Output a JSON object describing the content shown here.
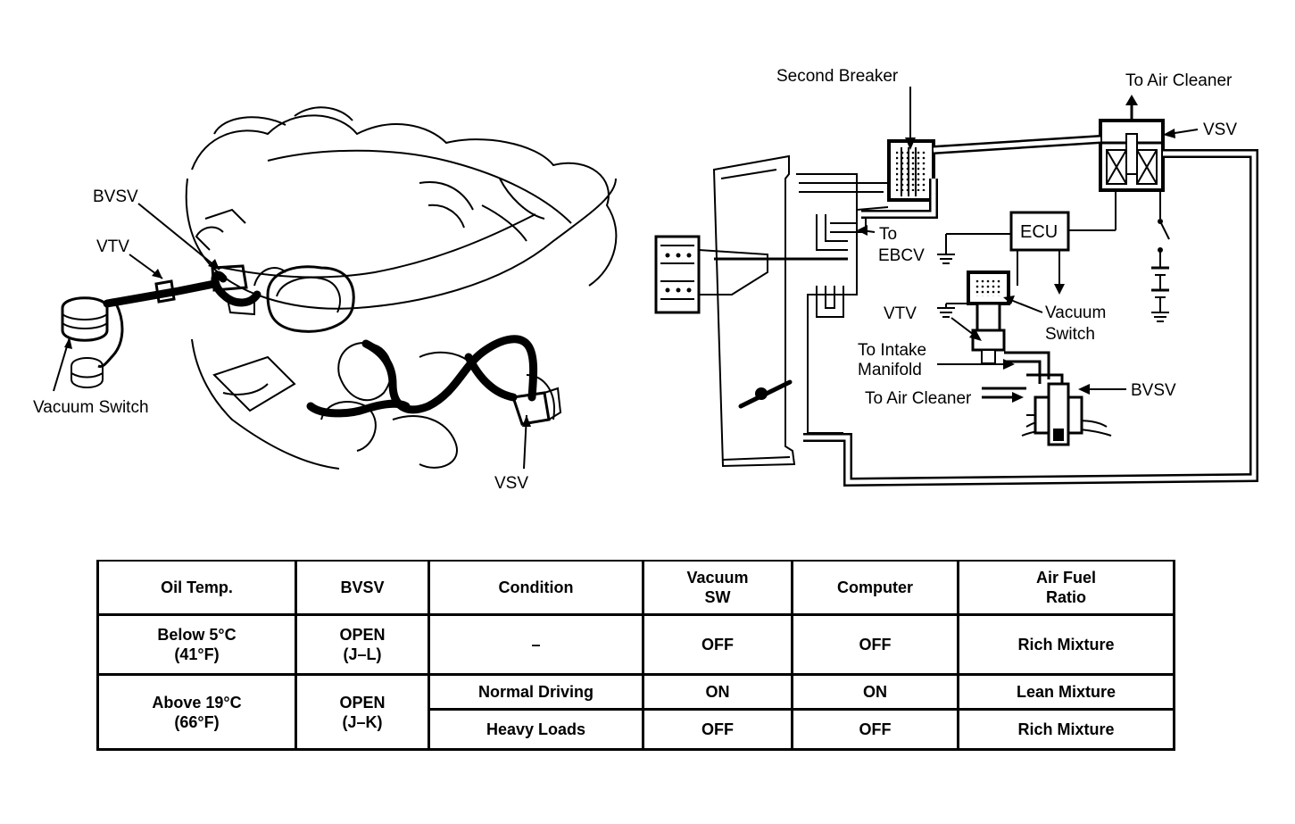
{
  "engine_diagram": {
    "labels": {
      "bvsv": "BVSV",
      "vtv": "VTV",
      "vacuum_switch": "Vacuum Switch",
      "vsv": "VSV"
    }
  },
  "schematic": {
    "labels": {
      "second_breaker": "Second Breaker",
      "to_air_cleaner_top": "To Air Cleaner",
      "vsv": "VSV",
      "to": "To",
      "ebcv": "EBCV",
      "ecu": "ECU",
      "vtv": "VTV",
      "vacuum": "Vacuum",
      "switch": "Switch",
      "to_intake": "To Intake",
      "manifold": "Manifold",
      "to_air_cleaner": "To Air Cleaner",
      "bvsv": "BVSV"
    }
  },
  "table": {
    "headers": {
      "oil_temp": "Oil Temp.",
      "bvsv": "BVSV",
      "condition": "Condition",
      "vacuum_sw_1": "Vacuum",
      "vacuum_sw_2": "SW",
      "computer": "Computer",
      "air_fuel_1": "Air Fuel",
      "air_fuel_2": "Ratio"
    },
    "rows": [
      {
        "oil_temp_1": "Below 5°C",
        "oil_temp_2": "(41°F)",
        "bvsv_1": "OPEN",
        "bvsv_2": "(J–L)",
        "condition": "–",
        "vacuum_sw": "OFF",
        "computer": "OFF",
        "air_fuel": "Rich Mixture"
      },
      {
        "oil_temp_1": "Above 19°C",
        "oil_temp_2": "(66°F)",
        "bvsv_1": "OPEN",
        "bvsv_2": "(J–K)",
        "condition": "Normal Driving",
        "vacuum_sw": "ON",
        "computer": "ON",
        "air_fuel": "Lean Mixture"
      },
      {
        "condition": "Heavy Loads",
        "vacuum_sw": "OFF",
        "computer": "OFF",
        "air_fuel": "Rich Mixture"
      }
    ]
  }
}
